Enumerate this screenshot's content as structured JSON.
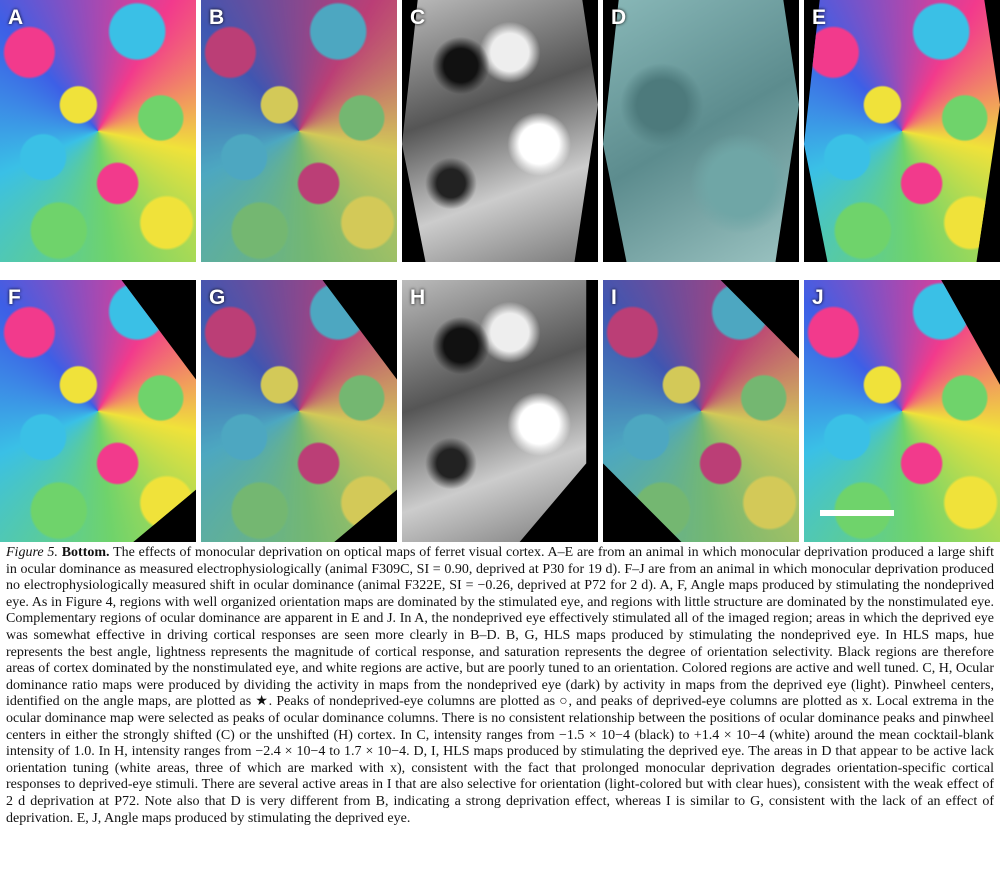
{
  "panels": {
    "top": [
      {
        "label": "A",
        "style": "rainbow"
      },
      {
        "label": "B",
        "style": "rainbow muted"
      },
      {
        "label": "C",
        "style": "grey"
      },
      {
        "label": "D",
        "style": "teal"
      },
      {
        "label": "E",
        "style": "rainbow"
      }
    ],
    "bottom": [
      {
        "label": "F",
        "style": "rainbow"
      },
      {
        "label": "G",
        "style": "rainbow muted"
      },
      {
        "label": "H",
        "style": "grey"
      },
      {
        "label": "I",
        "style": "rainbow muted"
      },
      {
        "label": "J",
        "style": "rainbow"
      }
    ]
  },
  "caption": {
    "figure_label": "Figure 5.",
    "section": "Bottom.",
    "text": "The effects of monocular deprivation on optical maps of ferret visual cortex. A–E are from an animal in which monocular deprivation produced a large shift in ocular dominance as measured electrophysiologically (animal F309C, SI = 0.90, deprived at P30 for 19 d). F–J are from an animal in which monocular deprivation produced no electrophysiologically measured shift in ocular dominance (animal F322E, SI = −0.26, deprived at P72 for 2 d). A, F, Angle maps produced by stimulating the nondeprived eye. As in Figure 4, regions with well organized orientation maps are dominated by the stimulated eye, and regions with little structure are dominated by the nonstimulated eye. Complementary regions of ocular dominance are apparent in E and J. In A, the nondeprived eye effectively stimulated all of the imaged region; areas in which the deprived eye was somewhat effective in driving cortical responses are seen more clearly in B–D. B, G, HLS maps produced by stimulating the nondeprived eye. In HLS maps, hue represents the best angle, lightness represents the magnitude of cortical response, and saturation represents the degree of orientation selectivity. Black regions are therefore areas of cortex dominated by the nonstimulated eye, and white regions are active, but are poorly tuned to an orientation. Colored regions are active and well tuned. C, H, Ocular dominance ratio maps were produced by dividing the activity in maps from the nondeprived eye (dark) by activity in maps from the deprived eye (light). Pinwheel centers, identified on the angle maps, are plotted as ★. Peaks of nondeprived-eye columns are plotted as ○, and peaks of deprived-eye columns are plotted as x. Local extrema in the ocular dominance map were selected as peaks of ocular dominance columns. There is no consistent relationship between the positions of ocular dominance peaks and pinwheel centers in either the strongly shifted (C) or the unshifted (H) cortex. In C, intensity ranges from −1.5 × 10−4 (black) to +1.4 × 10−4 (white) around the mean cocktail-blank intensity of 1.0. In H, intensity ranges from −2.4 × 10−4 to 1.7 × 10−4. D, I, HLS maps produced by stimulating the deprived eye. The areas in D that appear to be active lack orientation tuning (white areas, three of which are marked with x), consistent with the fact that prolonged monocular deprivation degrades orientation-specific cortical responses to deprived-eye stimuli. There are several active areas in I that are also selective for orientation (light-colored but with clear hues), consistent with the weak effect of 2 d deprivation at P72. Note also that D is very different from B, indicating a strong deprivation effect, whereas I is similar to G, consistent with the lack of an effect of deprivation. E, J, Angle maps produced by stimulating the deprived eye."
  }
}
